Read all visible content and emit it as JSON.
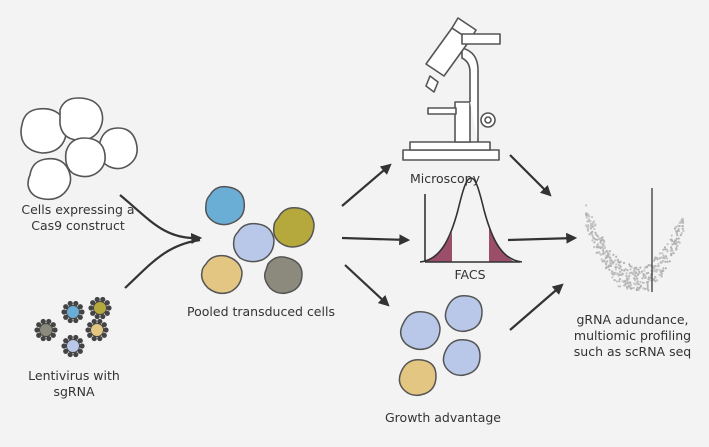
{
  "labels": {
    "cas9_cells": [
      "Cells expressing a",
      "Cas9 construct"
    ],
    "lentivirus": [
      "Lentivirus with",
      "sgRNA"
    ],
    "pooled": "Pooled transduced cells",
    "microscopy": "Microscopy",
    "facs": "FACS",
    "growth": "Growth advantage",
    "readout": [
      "gRNA adundance,",
      "multiomic profiling",
      "such as scRNA seq"
    ]
  },
  "colors": {
    "outline": "#555555",
    "cell_blue": "#6aaed6",
    "cell_lavender": "#b9c8e8",
    "cell_olive": "#b5a83c",
    "cell_tan": "#e3c682",
    "cell_gray": "#8c8a7c",
    "facs_fill": "#9a4e6a",
    "arrow": "#333333",
    "scatter": "#bdbdbd"
  }
}
